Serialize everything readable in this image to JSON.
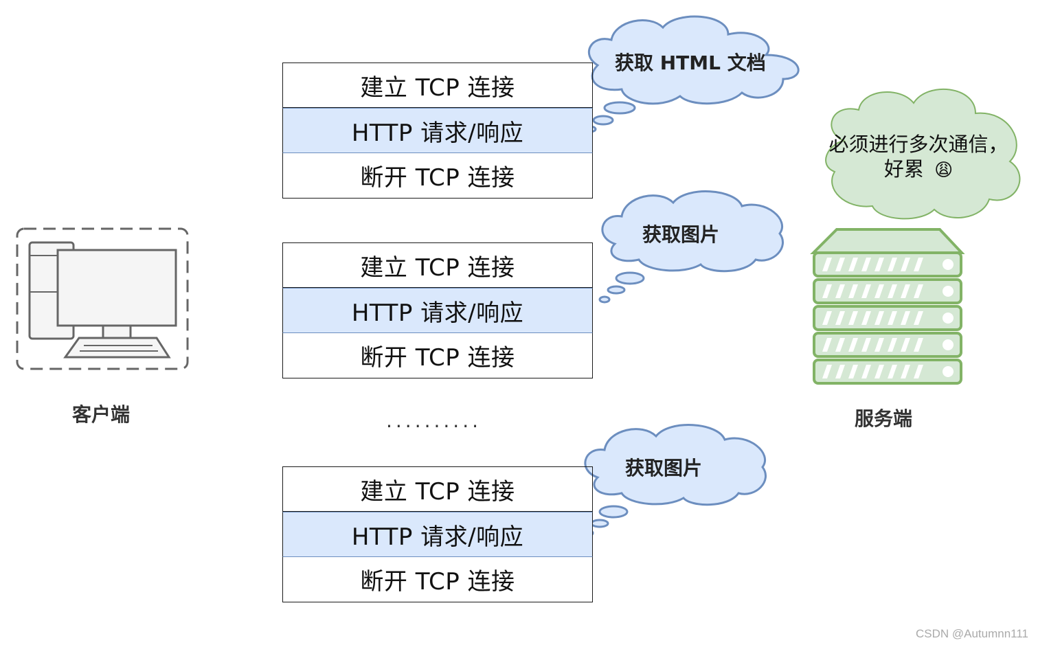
{
  "client": {
    "label": "客户端"
  },
  "server": {
    "label": "服务端",
    "thought_line1": "必须进行多次通信，",
    "thought_line2": "好累",
    "emoji": "😩"
  },
  "groups": [
    {
      "cloud_label": "获取 HTML 文档",
      "steps": [
        "建立 TCP 连接",
        "HTTP 请求/响应",
        "断开 TCP 连接"
      ]
    },
    {
      "cloud_label": "获取图片",
      "steps": [
        "建立 TCP 连接",
        "HTTP 请求/响应",
        "断开 TCP 连接"
      ]
    },
    {
      "cloud_label": "获取图片",
      "steps": [
        "建立 TCP 连接",
        "HTTP 请求/响应",
        "断开 TCP 连接"
      ]
    }
  ],
  "ellipsis": "..........",
  "watermark": "CSDN @Autumnn111",
  "colors": {
    "cloud_fill": "#dae8fc",
    "cloud_stroke": "#6c8ebf",
    "server_fill": "#d5e8d4",
    "server_stroke": "#82b366",
    "client_stroke": "#666666"
  }
}
